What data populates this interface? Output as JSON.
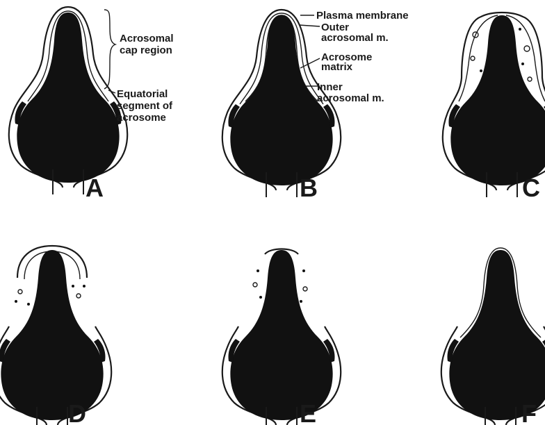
{
  "figure": {
    "panels": [
      {
        "id": "A",
        "label": "A"
      },
      {
        "id": "B",
        "label": "B"
      },
      {
        "id": "C",
        "label": "C"
      },
      {
        "id": "D",
        "label": "D"
      },
      {
        "id": "E",
        "label": "E"
      },
      {
        "id": "F",
        "label": "F"
      }
    ],
    "annotations_A": {
      "acrosomal_cap_line1": "Acrosomal",
      "acrosomal_cap_line2": "cap region",
      "equatorial_line1": "Equatorial",
      "equatorial_line2": "segment of",
      "equatorial_line3": "acrosome"
    },
    "annotations_B": {
      "plasma_membrane": "Plasma membrane",
      "outer_line1": "Outer",
      "outer_line2": "acrosomal m.",
      "matrix_line1": "Acrosome",
      "matrix_line2": "matrix",
      "inner_line1": "Inner",
      "inner_line2": "acrosomal m."
    }
  }
}
